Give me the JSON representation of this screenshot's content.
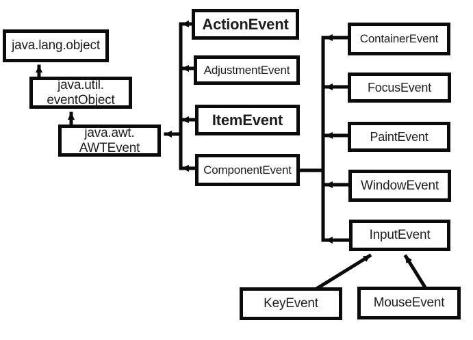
{
  "diagram": {
    "subject": "Java AWT event class hierarchy",
    "colors": {
      "background": "#ffffff",
      "box_fill": "#ffffff",
      "box_border": "#0b0b0b",
      "line": "#0a0a0a",
      "text": "#1d1d1d"
    },
    "nodes": {
      "java_lang_object": {
        "label": "java.lang.object"
      },
      "java_util_eventobject": {
        "line1": "java.util.",
        "line2": "eventObject"
      },
      "java_awt_awtevent": {
        "line1": "java.awt.",
        "line2": "AWTEvent"
      },
      "action_event": {
        "label": "ActionEvent"
      },
      "adjustment_event": {
        "label": "AdjustmentEvent"
      },
      "item_event": {
        "label": "ItemEvent"
      },
      "component_event": {
        "label": "ComponentEvent"
      },
      "container_event": {
        "label": "ContainerEvent"
      },
      "focus_event": {
        "label": "FocusEvent"
      },
      "paint_event": {
        "label": "PaintEvent"
      },
      "window_event": {
        "label": "WindowEvent"
      },
      "input_event": {
        "label": "InputEvent"
      },
      "key_event": {
        "label": "KeyEvent"
      },
      "mouse_event": {
        "label": "MouseEvent"
      }
    },
    "edges": [
      {
        "from": "java.util.eventObject",
        "to": "java.lang.object"
      },
      {
        "from": "java.awt.AWTEvent",
        "to": "java.util.eventObject"
      },
      {
        "from": "ActionEvent",
        "to": "java.awt.AWTEvent"
      },
      {
        "from": "AdjustmentEvent",
        "to": "java.awt.AWTEvent"
      },
      {
        "from": "ItemEvent",
        "to": "java.awt.AWTEvent"
      },
      {
        "from": "ComponentEvent",
        "to": "java.awt.AWTEvent"
      },
      {
        "from": "ContainerEvent",
        "to": "ComponentEvent"
      },
      {
        "from": "FocusEvent",
        "to": "ComponentEvent"
      },
      {
        "from": "PaintEvent",
        "to": "ComponentEvent"
      },
      {
        "from": "WindowEvent",
        "to": "ComponentEvent"
      },
      {
        "from": "InputEvent",
        "to": "ComponentEvent"
      },
      {
        "from": "KeyEvent",
        "to": "InputEvent"
      },
      {
        "from": "MouseEvent",
        "to": "InputEvent"
      }
    ]
  }
}
